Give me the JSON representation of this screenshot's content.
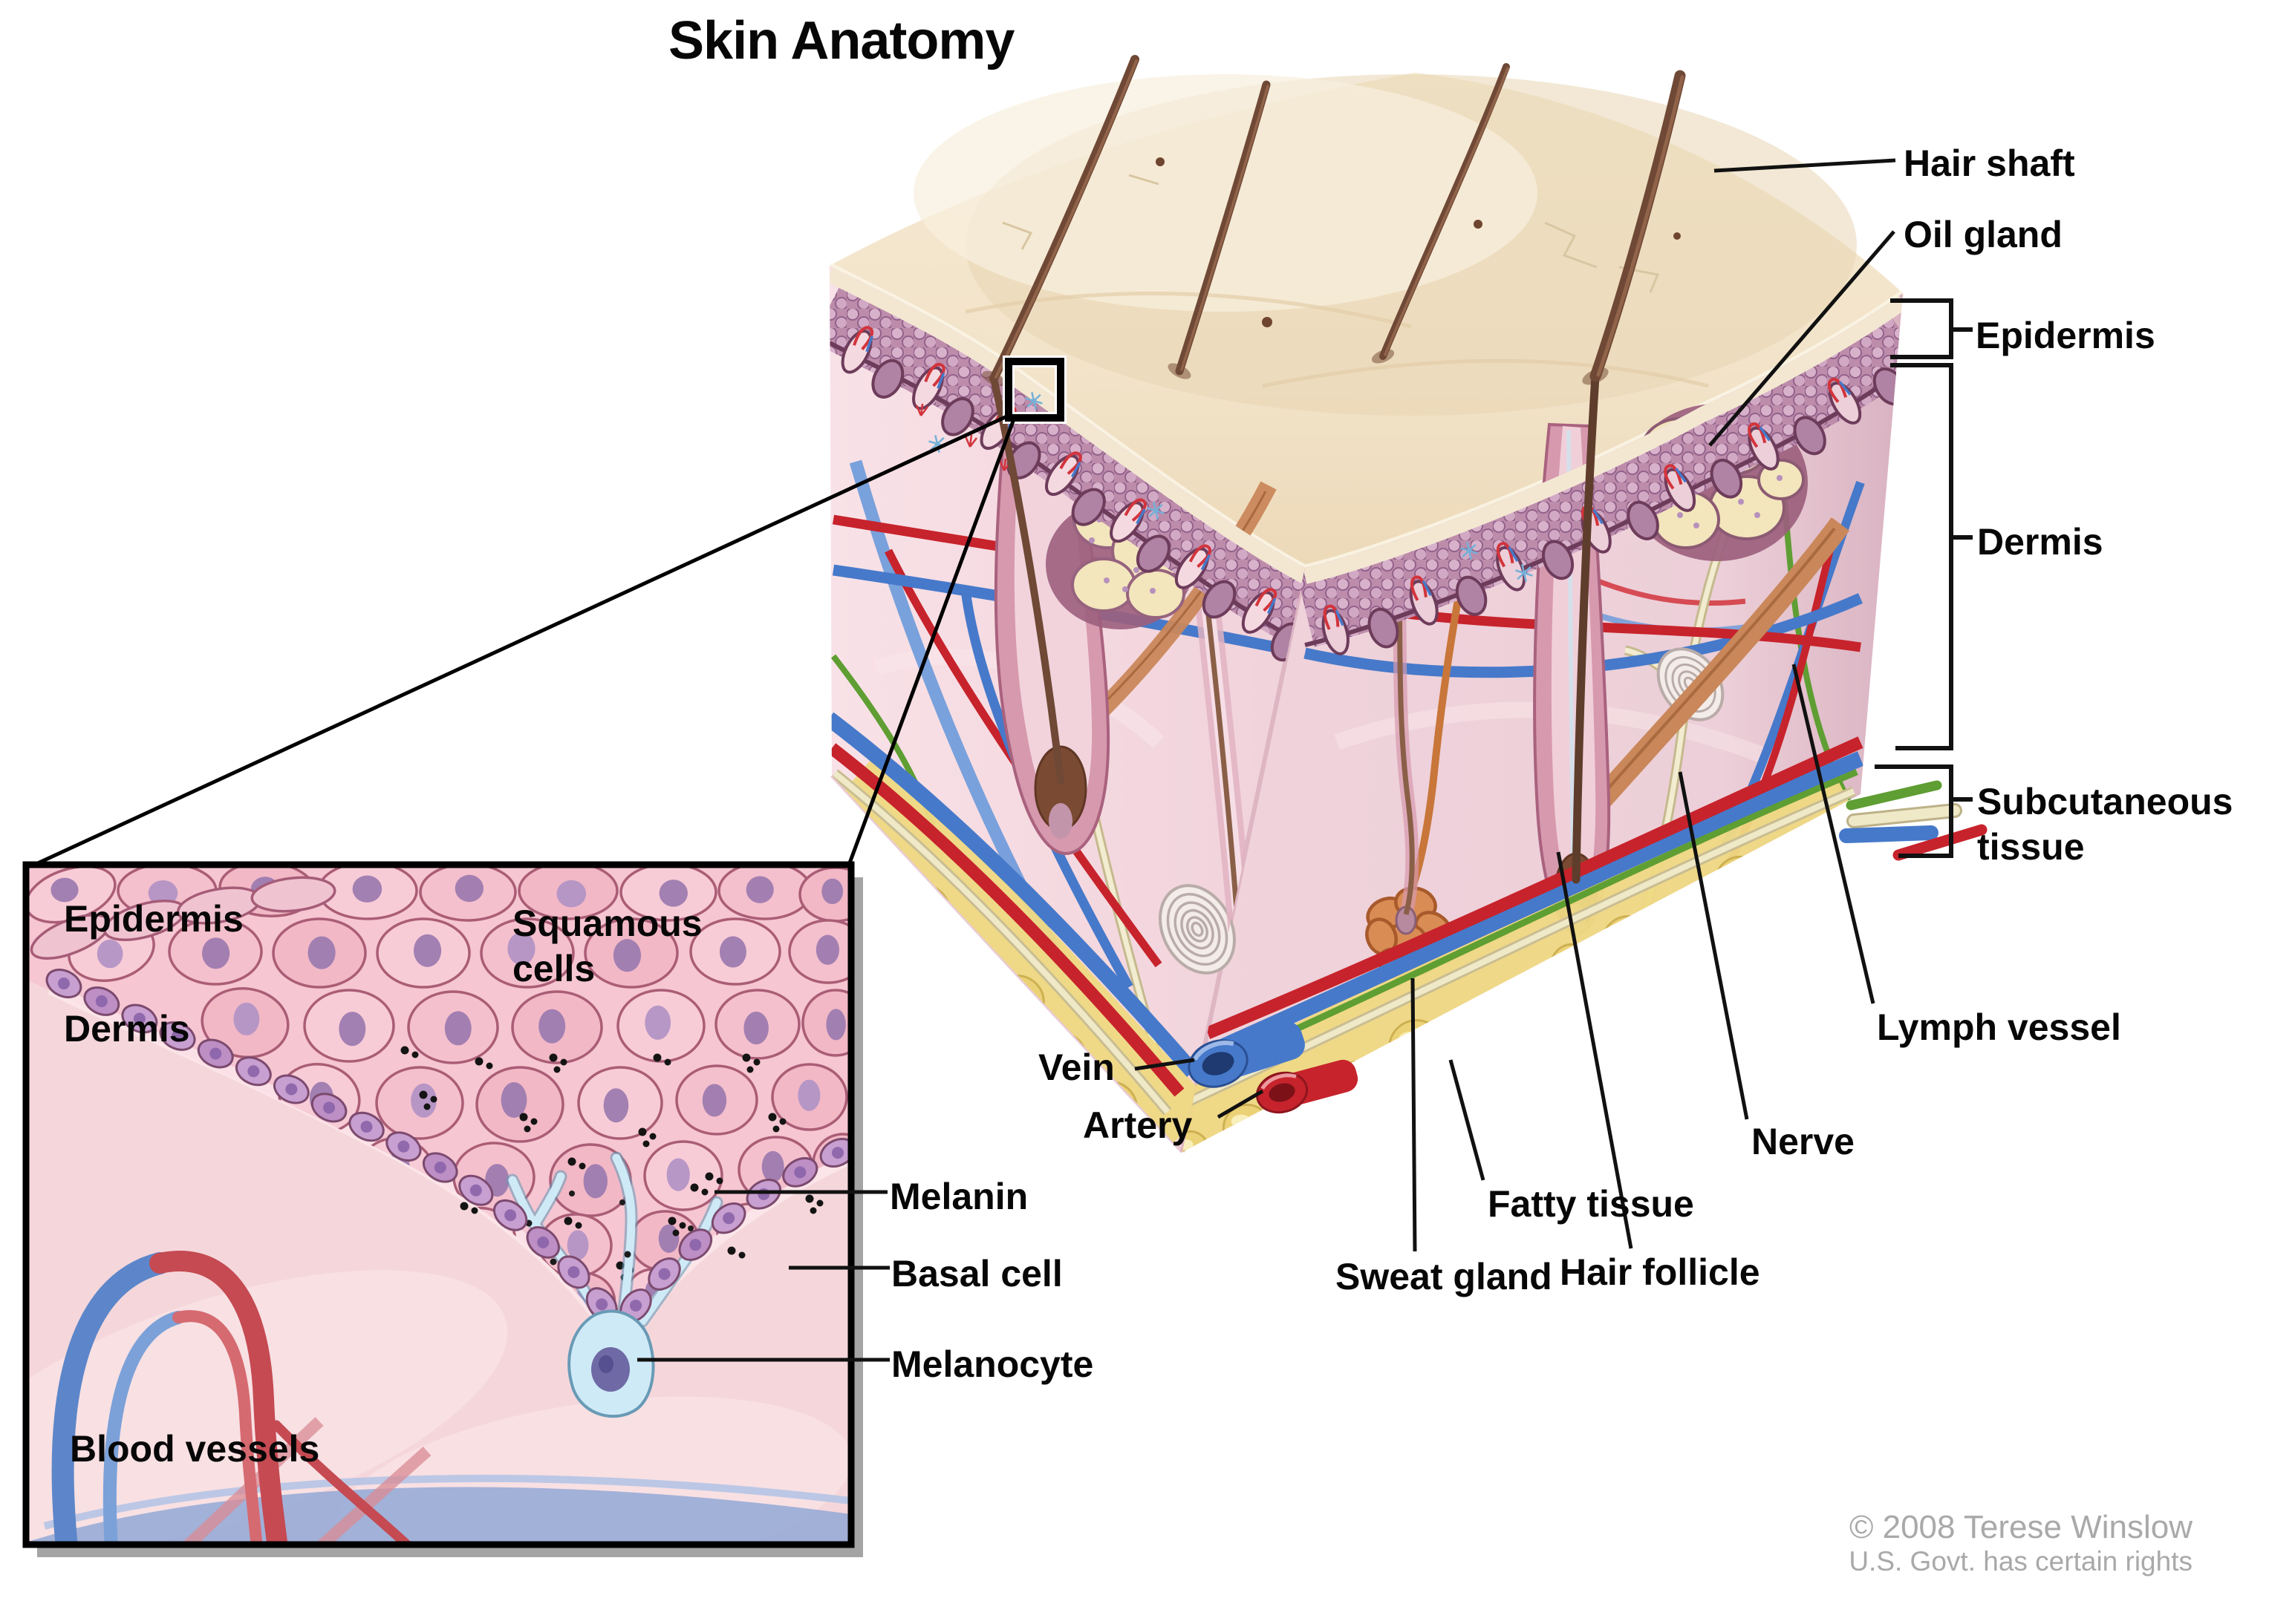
{
  "title": "Skin Anatomy",
  "labels": {
    "main": {
      "hair_shaft": "Hair shaft",
      "oil_gland": "Oil gland",
      "epidermis": "Epidermis",
      "dermis": "Dermis",
      "subcutaneous_tissue": "Subcutaneous tissue",
      "lymph_vessel": "Lymph vessel",
      "nerve": "Nerve",
      "hair_follicle": "Hair follicle",
      "fatty_tissue": "Fatty tissue",
      "sweat_gland": "Sweat gland",
      "vein": "Vein",
      "artery": "Artery"
    },
    "inset": {
      "epidermis": "Epidermis",
      "dermis": "Dermis",
      "squamous_cells": "Squamous cells",
      "blood_vessels": "Blood vessels",
      "melanin": "Melanin",
      "basal_cell": "Basal cell",
      "melanocyte": "Melanocyte"
    }
  },
  "credit": {
    "line1": "© 2008 Terese Winslow",
    "line2": "U.S. Govt. has certain rights"
  },
  "palette": {
    "artery_red": "#c7232c",
    "vein_blue": "#4679ca",
    "lymph_green": "#5f9e33",
    "nerve_cream": "#efe9c8",
    "fat_yellow": "#f5e79b",
    "epidermis_purple": "#bd8cab",
    "dermis_pink": "#f5d9e0",
    "skin_cream": "#f2e3c9"
  }
}
